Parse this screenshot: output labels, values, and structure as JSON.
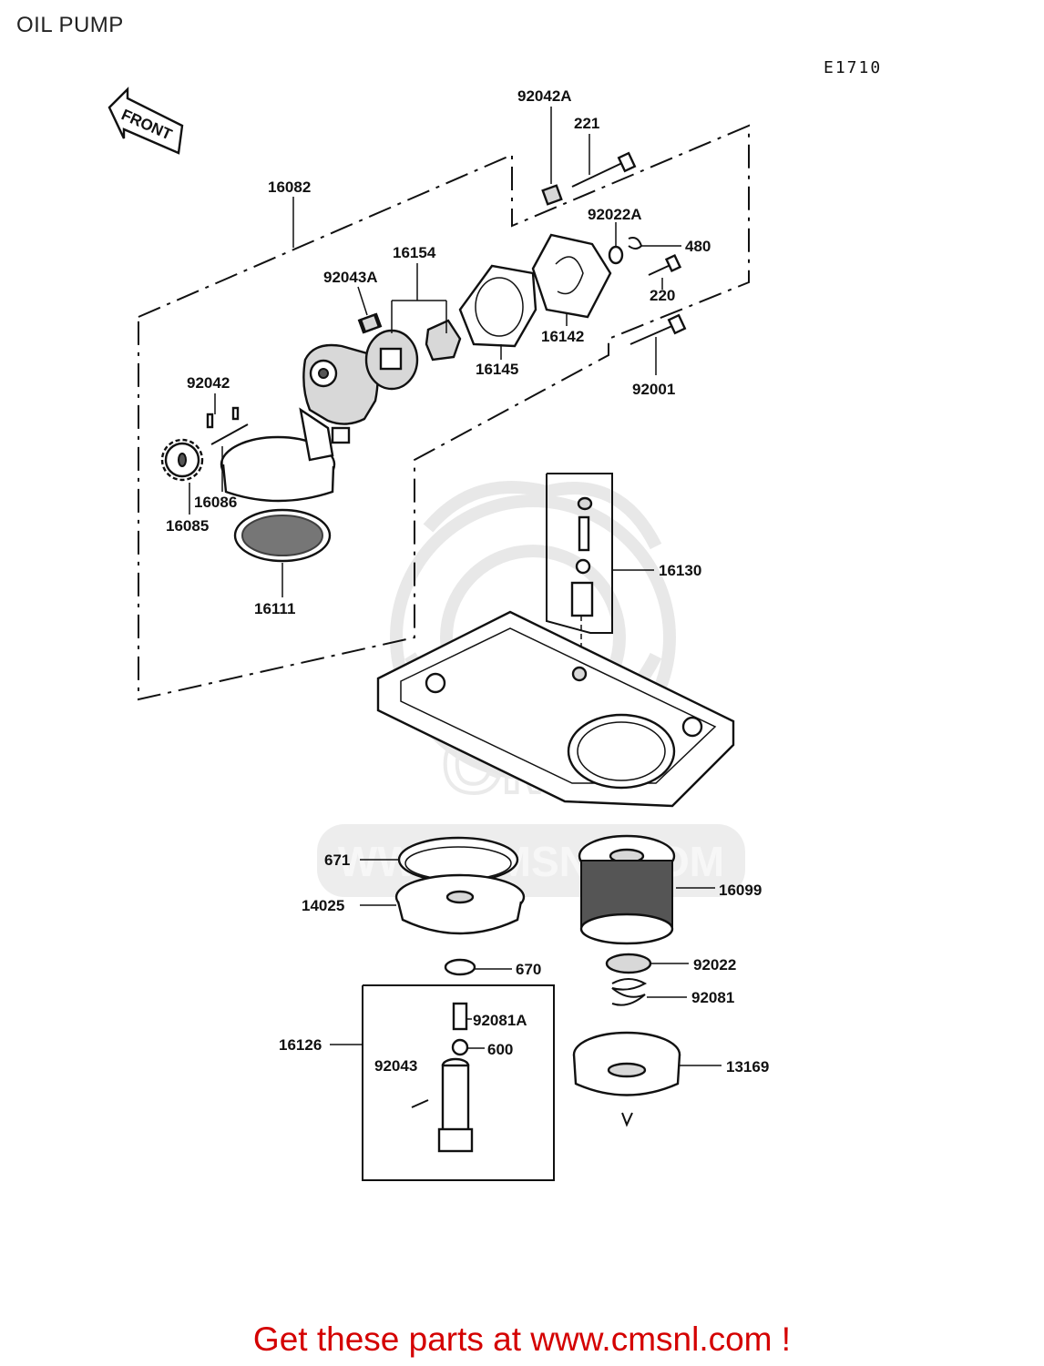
{
  "page": {
    "title": "OIL PUMP",
    "diagram_code": "E1710",
    "front_arrow_label": "FRONT",
    "footer_text": "Get these parts at www.cmsnl.com !"
  },
  "watermark": {
    "text": "WWW.CMSNL.COM",
    "logo": "CMS"
  },
  "parts": {
    "p92042A": "92042A",
    "p221": "221",
    "p92022A": "92022A",
    "p480": "480",
    "p16082": "16082",
    "p16154": "16154",
    "p92043A": "92043A",
    "p220": "220",
    "p16142": "16142",
    "p16145": "16145",
    "p92001": "92001",
    "p92042": "92042",
    "p16086": "16086",
    "p16085": "16085",
    "p16111": "16111",
    "p16130": "16130",
    "p671": "671",
    "p14025": "14025",
    "p16099": "16099",
    "p670": "670",
    "p92022": "92022",
    "p92081": "92081",
    "p16126": "16126",
    "p92081A": "92081A",
    "p600": "600",
    "p92043": "92043",
    "p13169": "13169"
  }
}
